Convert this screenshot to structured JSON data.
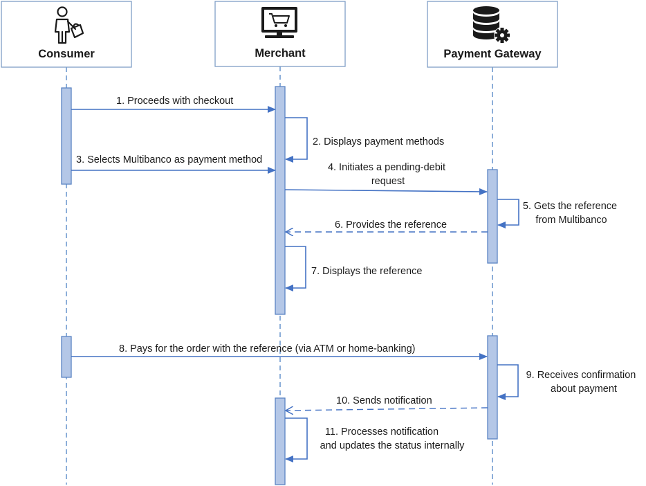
{
  "actors": [
    {
      "id": "consumer",
      "name": "Consumer",
      "icon": "person-shopping-icon"
    },
    {
      "id": "merchant",
      "name": "Merchant",
      "icon": "computer-cart-icon"
    },
    {
      "id": "gateway",
      "name": "Payment Gateway",
      "icon": "database-gear-icon"
    }
  ],
  "messages": [
    {
      "text": "1. Proceeds with checkout"
    },
    {
      "text": "2. Displays payment methods"
    },
    {
      "text": "3. Selects Multibanco as payment method"
    },
    {
      "lines": [
        "4. Initiates a pending-debit",
        "request"
      ]
    },
    {
      "lines": [
        "5. Gets the reference",
        "from Multibanco"
      ]
    },
    {
      "text": "6. Provides the reference"
    },
    {
      "text": "7. Displays the reference"
    },
    {
      "text": "8.  Pays for the order with the reference (via ATM or home-banking)"
    },
    {
      "lines": [
        "9. Receives confirmation",
        "about payment"
      ]
    },
    {
      "text": "10. Sends notification"
    },
    {
      "lines": [
        "11. Processes notification",
        "and updates the status internally"
      ]
    }
  ],
  "colors": {
    "accent": "#4472c4",
    "activation_fill": "#b4c7e7",
    "actor_border": "#7f9fc6"
  }
}
